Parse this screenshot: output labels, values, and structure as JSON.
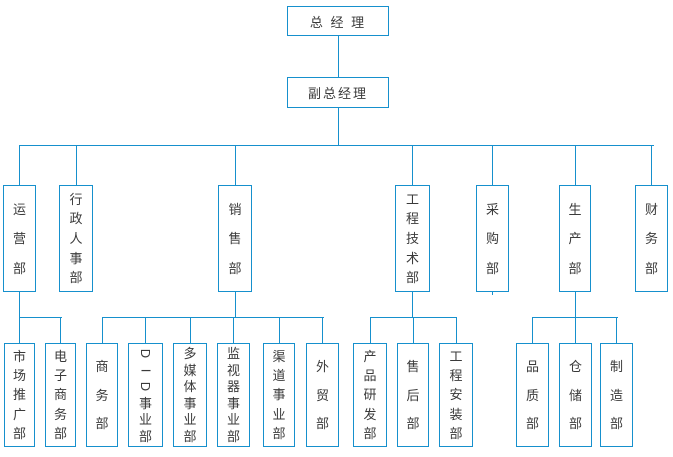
{
  "org": {
    "colors": {
      "line": "#1690cd",
      "text": "#3a3a3a",
      "background": "#ffffff"
    },
    "root": {
      "id": "general-manager",
      "label": "总 经 理"
    },
    "deputy": {
      "id": "deputy-general-manager",
      "label": "副总经理"
    },
    "departments": [
      {
        "id": "operations",
        "label": "运营部",
        "children": [
          {
            "id": "marketing-promotion",
            "label": "市场推广部"
          },
          {
            "id": "e-commerce",
            "label": "电子商务部"
          }
        ]
      },
      {
        "id": "admin-hr",
        "label": "行政人事部",
        "children": []
      },
      {
        "id": "sales",
        "label": "销售部",
        "children": [
          {
            "id": "business",
            "label": "商务部"
          },
          {
            "id": "did-division",
            "label": "DID事业部"
          },
          {
            "id": "multimedia-division",
            "label": "多媒体事业部"
          },
          {
            "id": "monitor-division",
            "label": "监视器事业部"
          },
          {
            "id": "channel-division",
            "label": "渠道事业部"
          },
          {
            "id": "foreign-trade",
            "label": "外贸部"
          }
        ]
      },
      {
        "id": "engineering-tech",
        "label": "工程技术部",
        "children": [
          {
            "id": "product-rd",
            "label": "产品研发部"
          },
          {
            "id": "after-sales",
            "label": "售后部"
          },
          {
            "id": "engineering-install",
            "label": "工程安装部"
          }
        ]
      },
      {
        "id": "purchasing",
        "label": "采购部",
        "children": []
      },
      {
        "id": "production",
        "label": "生产部",
        "children": [
          {
            "id": "quality",
            "label": "品质部"
          },
          {
            "id": "warehouse",
            "label": "仓储部"
          },
          {
            "id": "manufacturing",
            "label": "制造部"
          }
        ]
      },
      {
        "id": "finance",
        "label": "财务部",
        "children": []
      }
    ]
  }
}
